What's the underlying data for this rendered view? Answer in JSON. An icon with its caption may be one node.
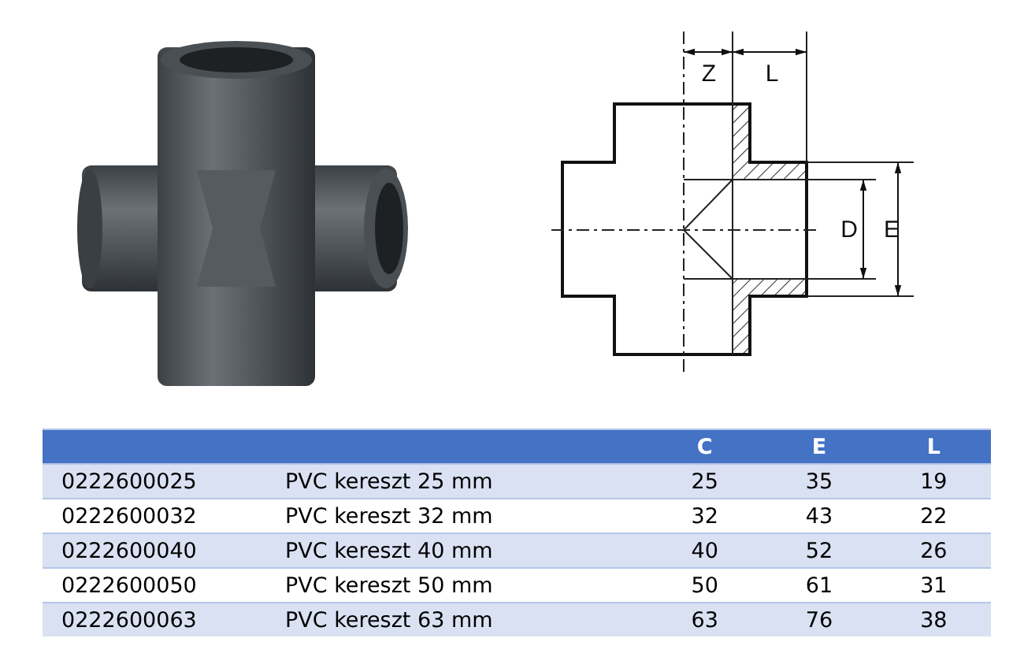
{
  "diagram": {
    "labels": [
      "Z",
      "L",
      "D",
      "E",
      "C",
      "E",
      "L",
      "0222600025",
      "PVC kereszt 25 mm",
      "25",
      "35",
      "19",
      "0222600032",
      "PVC kereszt 32 mm",
      "32",
      "43",
      "22",
      "0222600040",
      "PVC kereszt 40 mm",
      "40",
      "52",
      "26",
      "0222600050",
      "PVC kereszt 50 mm",
      "50",
      "61",
      "31",
      "0222600063",
      "PVC kereszt 63 mm",
      "63",
      "76",
      "38"
    ]
  }
}
